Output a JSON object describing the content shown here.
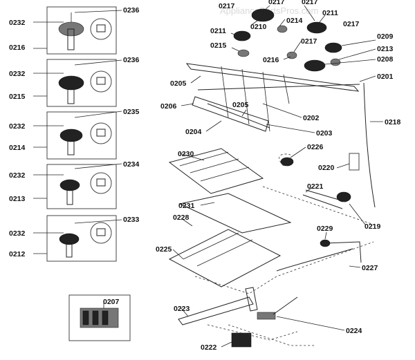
{
  "watermark": "AppliancePartsPros.com",
  "labels": {
    "p0236a": "0236",
    "p0236b": "0236",
    "p0235": "0235",
    "p0234": "0234",
    "p0233": "0233",
    "p0232a": "0232",
    "p0232b": "0232",
    "p0232c": "0232",
    "p0232d": "0232",
    "p0232e": "0232",
    "p0216": "0216",
    "p0215": "0215",
    "p0214": "0214",
    "p0213": "0213",
    "p0212": "0212",
    "p0207": "0207",
    "p0217a": "0217",
    "p0217b": "0217",
    "p0217c": "0217",
    "p0217d": "0217",
    "p0217e": "0217",
    "p0211a": "0211",
    "p0211b": "0211",
    "p0210": "0210",
    "p0214m": "0214",
    "p0215m": "0215",
    "p0216m": "0216",
    "p0209": "0209",
    "p0213m": "0213",
    "p0208": "0208",
    "p0205a": "0205",
    "p0205b": "0205",
    "p0206": "0206",
    "p0201": "0201",
    "p0202": "0202",
    "p0204": "0204",
    "p0203": "0203",
    "p0218": "0218",
    "p0226": "0226",
    "p0230": "0230",
    "p0220": "0220",
    "p0221": "0221",
    "p0231": "0231",
    "p0228": "0228",
    "p0229": "0229",
    "p0219": "0219",
    "p0225": "0225",
    "p0227": "0227",
    "p0223": "0223",
    "p0224": "0224",
    "p0222": "0222"
  }
}
